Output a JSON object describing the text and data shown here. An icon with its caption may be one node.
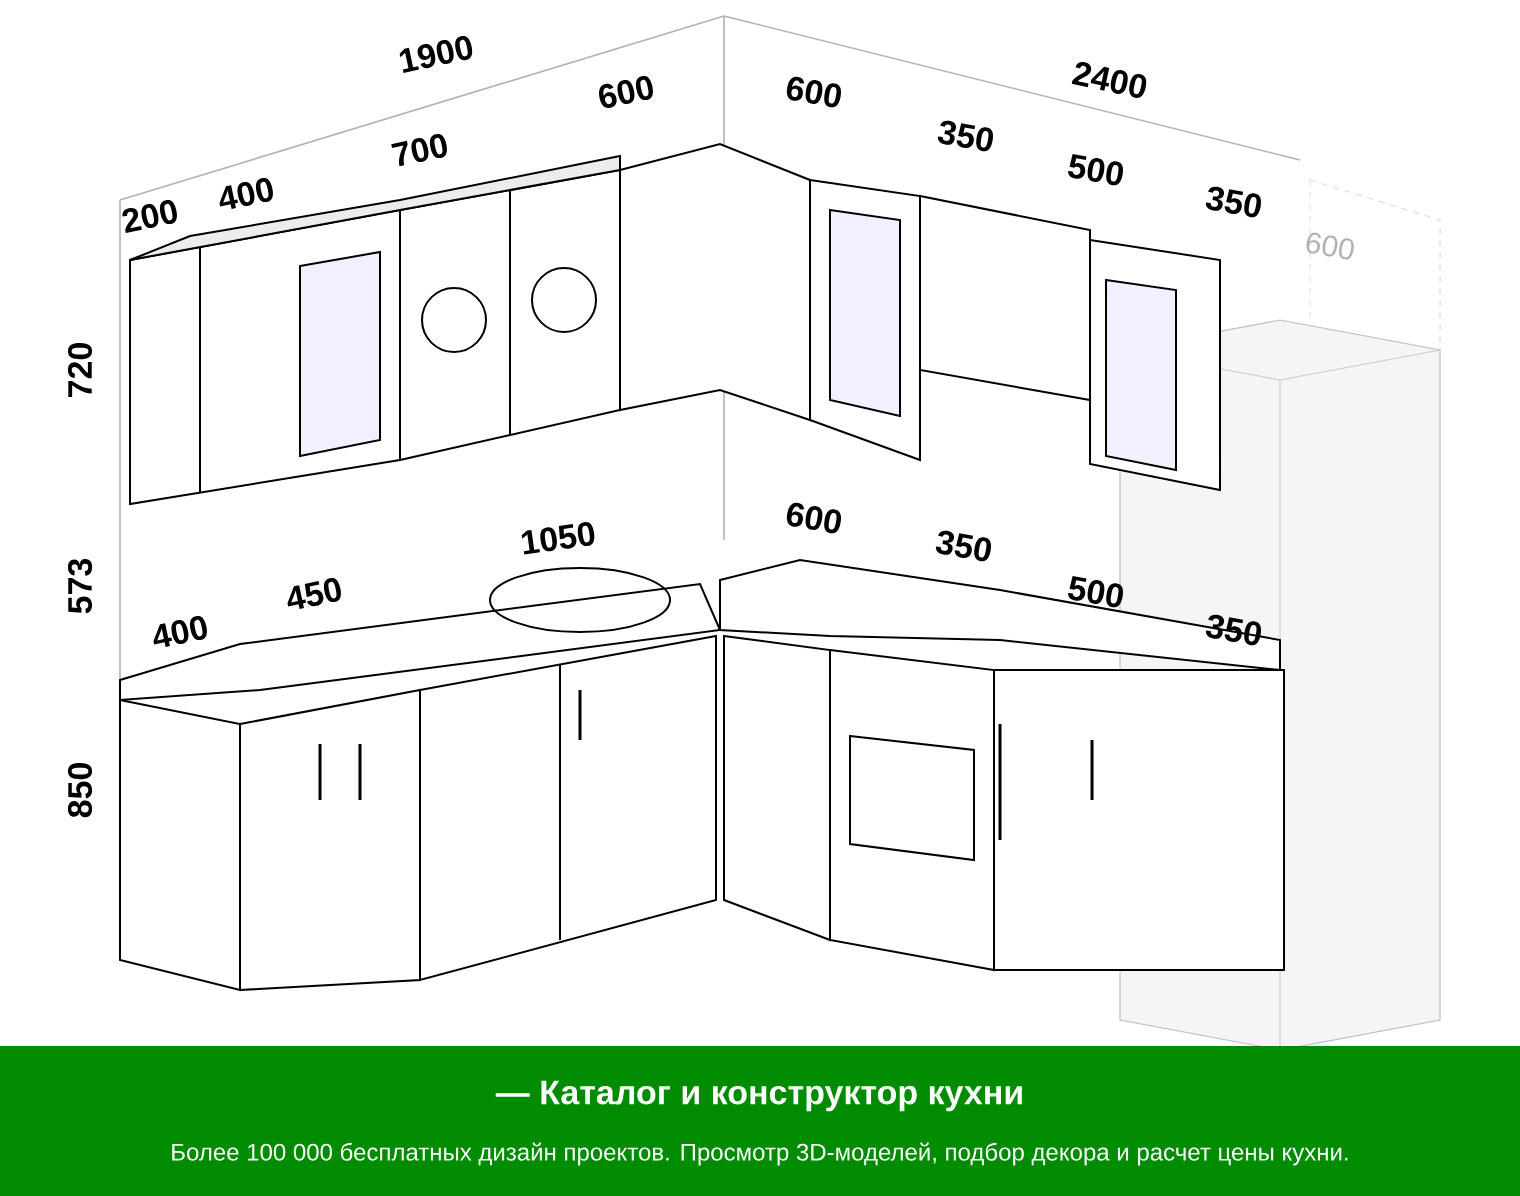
{
  "diagram": {
    "labels": [
      "1900",
      "2400",
      "200",
      "400",
      "700",
      "600",
      "600",
      "350",
      "500",
      "350",
      "600",
      "720",
      "573",
      "850",
      "400",
      "450",
      "1050",
      "600",
      "350",
      "500",
      "350",
      "— Каталог и конструктор кухни",
      "Более 100 000 бесплатных дизайн проектов. Просмотр 3D-моделей, подбор декора и расчет цены кухни."
    ]
  }
}
